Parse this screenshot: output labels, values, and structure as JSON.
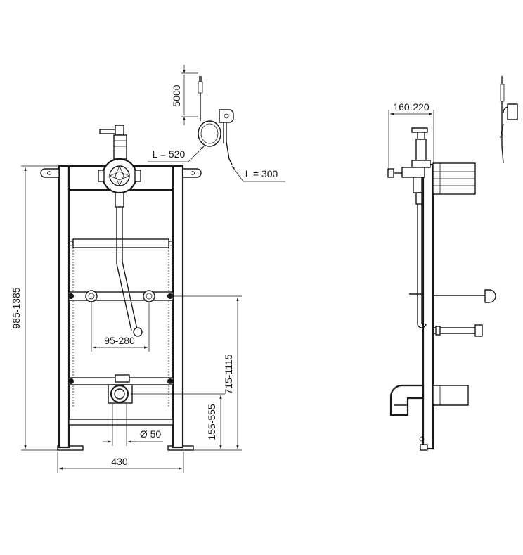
{
  "colors": {
    "line": "#1a1a1a",
    "background": "#ffffff"
  },
  "front_view": {
    "dimensions": {
      "total_height": "985-1385",
      "width": "430",
      "outlet_spacing": "95-280",
      "pipe_diameter": "Ø 50",
      "drain_height": "155-555",
      "outlet_height": "715-1115"
    }
  },
  "sensor_detail": {
    "cable_length_1": "5000",
    "cable_label_1": "L = 520",
    "cable_label_2": "L = 300"
  },
  "side_view": {
    "dimensions": {
      "depth": "160-220"
    }
  }
}
